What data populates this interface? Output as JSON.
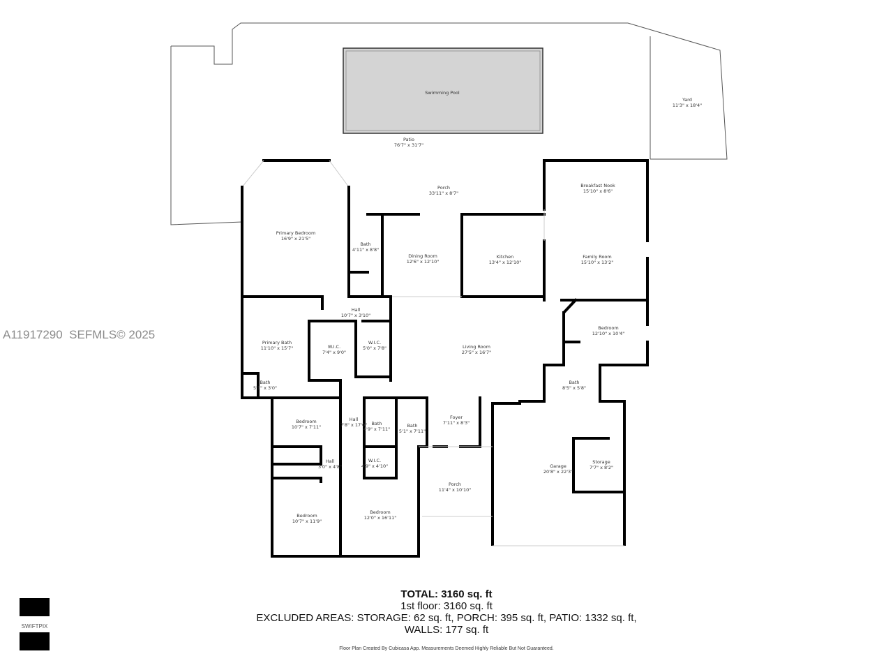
{
  "watermark": "A11917290  SEFMLS© 2025",
  "logo": "SWIFTPIX",
  "rooms": [
    {
      "name": "Swimming Pool",
      "dim": ""
    },
    {
      "name": "Patio",
      "dim": "76'7\" x 31'7\""
    },
    {
      "name": "Yard",
      "dim": "11'3\" x 18'4\""
    },
    {
      "name": "Porch",
      "dim": "33'11\" x 8'7\""
    },
    {
      "name": "Breakfast Nook",
      "dim": "15'10\" x 8'6\""
    },
    {
      "name": "Primary Bedroom",
      "dim": "16'9\" x 21'5\""
    },
    {
      "name": "Bath",
      "dim": "4'11\" x 8'8\""
    },
    {
      "name": "Dining Room",
      "dim": "12'6\" x 12'10\""
    },
    {
      "name": "Kitchen",
      "dim": "13'4\" x 12'10\""
    },
    {
      "name": "Family Room",
      "dim": "15'10\" x 13'2\""
    },
    {
      "name": "Hall",
      "dim": "10'7\" x 3'10\""
    },
    {
      "name": "Bedroom",
      "dim": "12'10\" x 10'4\""
    },
    {
      "name": "Primary Bath",
      "dim": "11'10\" x 15'7\""
    },
    {
      "name": "W.I.C.",
      "dim": "7'4\" x 9'0\""
    },
    {
      "name": "W.I.C.",
      "dim": "5'0\" x 7'8\""
    },
    {
      "name": "Living Room",
      "dim": "27'5\" x 16'7\""
    },
    {
      "name": "Bath",
      "dim": "5'1\" x 3'0\""
    },
    {
      "name": "Bath",
      "dim": "8'5\" x 5'8\""
    },
    {
      "name": "Bedroom",
      "dim": "10'7\" x 7'11\""
    },
    {
      "name": "Hall",
      "dim": "7'8\" x 17'0\""
    },
    {
      "name": "Bath",
      "dim": "4'9\" x 7'11\""
    },
    {
      "name": "Bath",
      "dim": "5'1\" x 7'11\""
    },
    {
      "name": "Foyer",
      "dim": "7'11\" x 8'3\""
    },
    {
      "name": "Hall",
      "dim": "3'0\" x 4'8\""
    },
    {
      "name": "W.I.C.",
      "dim": "4'9\" x 4'10\""
    },
    {
      "name": "Storage",
      "dim": "7'7\" x 8'2\""
    },
    {
      "name": "Garage",
      "dim": "20'8\" x 22'3\""
    },
    {
      "name": "Porch",
      "dim": "11'4\" x 10'10\""
    },
    {
      "name": "Bedroom",
      "dim": "10'7\" x 11'9\""
    },
    {
      "name": "Bedroom",
      "dim": "12'0\" x 16'11\""
    }
  ],
  "summary": {
    "total": "TOTAL: 3160 sq. ft",
    "floor1": "1st floor: 3160 sq. ft",
    "excluded": "EXCLUDED AREAS: STORAGE: 62 sq. ft, PORCH: 395 sq. ft, PATIO: 1332 sq. ft,",
    "walls": "WALLS: 177 sq. ft",
    "note": "Floor Plan Created By Cubicasa App. Measurements Deemed Highly Reliable But Not Guaranteed."
  }
}
